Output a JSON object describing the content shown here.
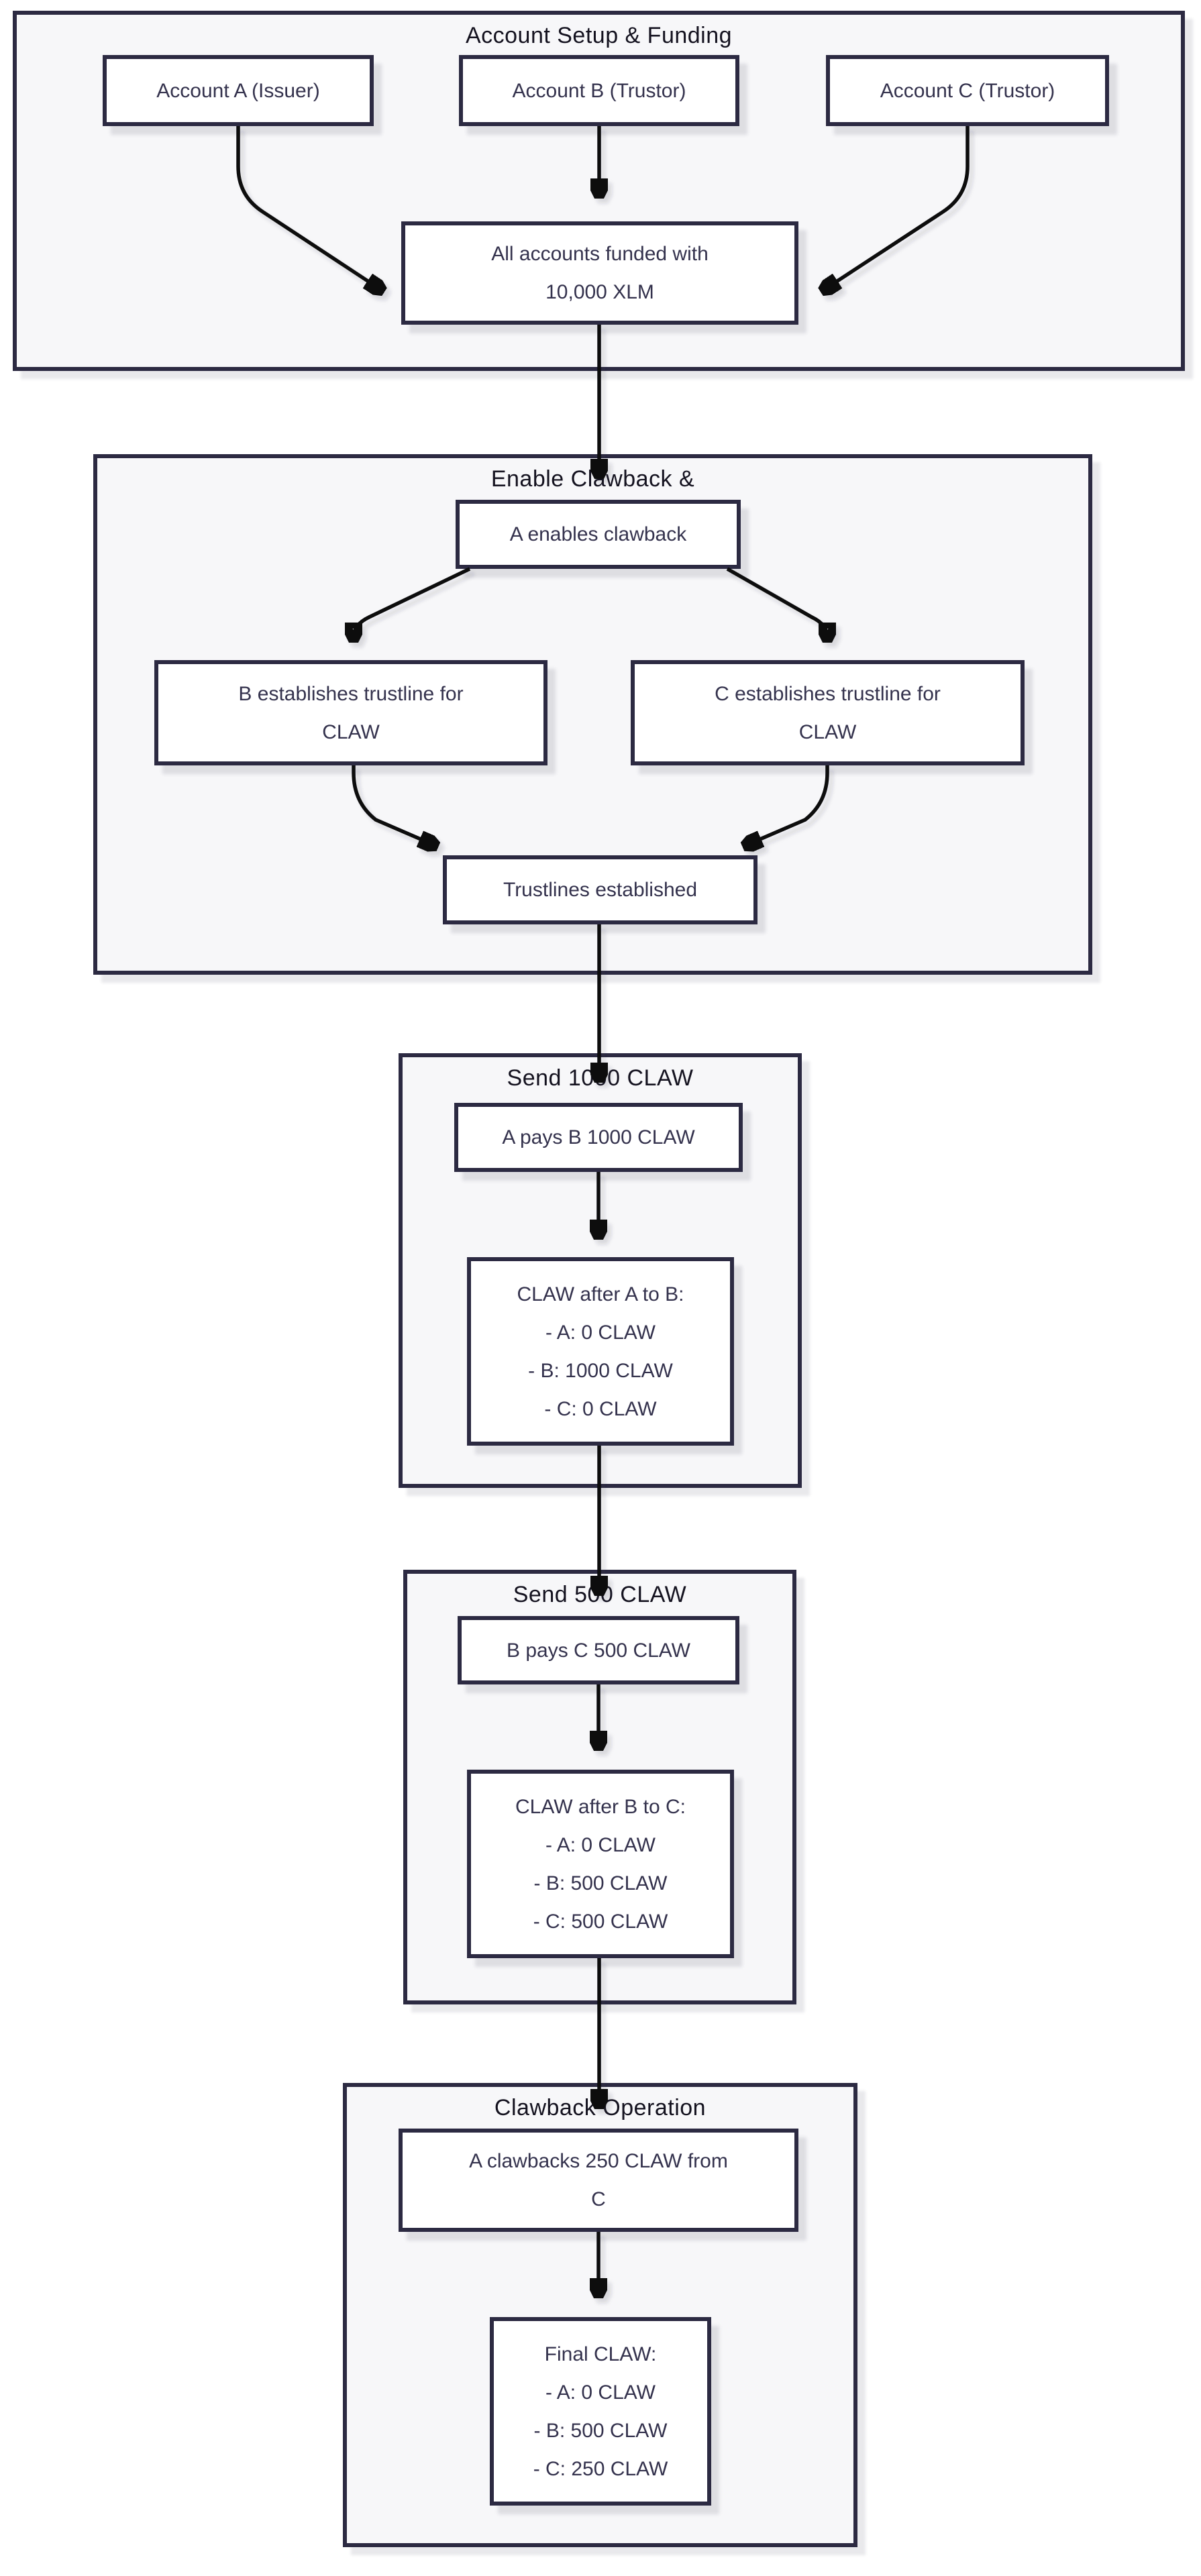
{
  "colors": {
    "section_border": "#2c2a42",
    "section_bg": "#f7f7f9",
    "node_bg": "#ffffff",
    "node_text": "#34324d",
    "title_text": "#14121f",
    "arrow": "#09090f"
  },
  "sections": {
    "setup": {
      "title": "Account Setup & Funding"
    },
    "enable": {
      "title": "Enable Clawback &"
    },
    "send1000": {
      "title": "Send 1000 CLAW"
    },
    "send500": {
      "title": "Send 500 CLAW"
    },
    "clawback": {
      "title": "Clawback Operation"
    }
  },
  "nodes": {
    "account_a": {
      "label": "Account A (Issuer)"
    },
    "account_b": {
      "label": "Account B (Trustor)"
    },
    "account_c": {
      "label": "Account C (Trustor)"
    },
    "funded": {
      "lines": [
        "All accounts funded with",
        "10,000 XLM"
      ]
    },
    "enable_clawback": {
      "label": "A enables clawback"
    },
    "b_trustline": {
      "lines": [
        "B establishes trustline for",
        "CLAW"
      ]
    },
    "c_trustline": {
      "lines": [
        "C establishes trustline for",
        "CLAW"
      ]
    },
    "trustlines_established": {
      "label": "Trustlines established"
    },
    "a_pays_b": {
      "label": "A pays B 1000 CLAW"
    },
    "claw_after_ab": {
      "lines": [
        "CLAW after A to B:",
        "- A: 0 CLAW",
        "- B: 1000 CLAW",
        "- C: 0 CLAW"
      ]
    },
    "b_pays_c": {
      "label": "B pays C 500 CLAW"
    },
    "claw_after_bc": {
      "lines": [
        "CLAW after B to C:",
        "- A: 0 CLAW",
        "- B: 500 CLAW",
        "- C: 500 CLAW"
      ]
    },
    "a_clawbacks": {
      "lines": [
        "A clawbacks 250 CLAW from",
        "C"
      ]
    },
    "final_claw": {
      "lines": [
        "Final CLAW:",
        "- A: 0 CLAW",
        "- B: 500 CLAW",
        "- C: 250 CLAW"
      ]
    }
  }
}
